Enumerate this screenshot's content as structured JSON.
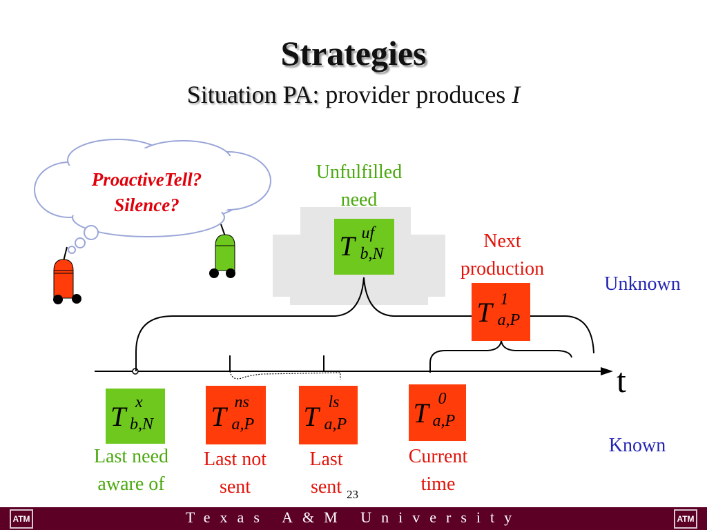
{
  "slide": {
    "title": "Strategies",
    "subtitle_lead": "Situation PA:",
    "subtitle_rest": "provider produces",
    "subtitle_var": "I",
    "cloud_line1": "ProactiveTell?",
    "cloud_line2": "Silence?",
    "unfulfilled_line1": "Unfulfilled",
    "unfulfilled_line2": "need",
    "next_line1": "Next",
    "next_line2": "production",
    "unknown": "Unknown",
    "known": "Known",
    "axis_label": "t",
    "page_number": "23",
    "footer": "Texas A&M University",
    "logo_text": "ATM"
  },
  "terms": {
    "t_uf": {
      "base": "T",
      "sup": "uf",
      "sub": "b,N"
    },
    "t_next": {
      "base": "T",
      "sup": "1",
      "sub": "a,P"
    },
    "t_x": {
      "base": "T",
      "sup": "x",
      "sub": "b,N"
    },
    "t_ns": {
      "base": "T",
      "sup": "ns",
      "sub": "a,P"
    },
    "t_ls": {
      "base": "T",
      "sup": "ls",
      "sub": "a,P"
    },
    "t_0": {
      "base": "T",
      "sup": "0",
      "sub": "a,P"
    }
  },
  "bottom_labels": {
    "last_need_1": "Last need",
    "last_need_2": "aware of",
    "last_not_1": "Last not",
    "last_not_2": "sent",
    "last_sent_1": "Last",
    "last_sent_2": "sent",
    "current_1": "Current",
    "current_2": "time"
  },
  "colors": {
    "green_box": "#6ec81e",
    "red_box": "#ff3c0a",
    "green_text": "#4aa80e",
    "red_text": "#e0140a",
    "blue_text": "#2424b4",
    "footer_bar": "#5c0025"
  }
}
